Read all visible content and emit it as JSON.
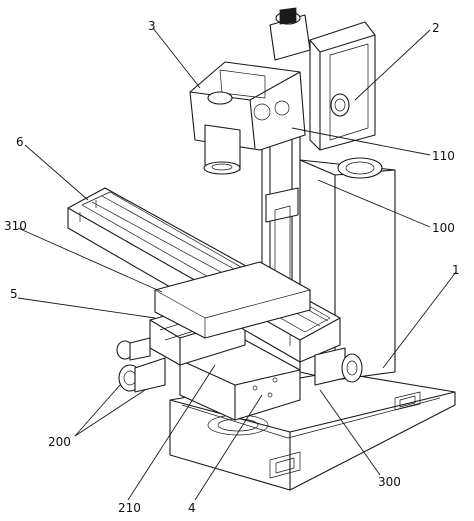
{
  "figure": {
    "callouts": [
      {
        "id": "c3",
        "text": "3"
      },
      {
        "id": "c2",
        "text": "2"
      },
      {
        "id": "c6",
        "text": "6"
      },
      {
        "id": "c110",
        "text": "110"
      },
      {
        "id": "c100",
        "text": "100"
      },
      {
        "id": "c310",
        "text": "310"
      },
      {
        "id": "c5",
        "text": "5"
      },
      {
        "id": "c1",
        "text": "1"
      },
      {
        "id": "c200",
        "text": "200"
      },
      {
        "id": "c300",
        "text": "300"
      },
      {
        "id": "c210",
        "text": "210"
      },
      {
        "id": "c4",
        "text": "4"
      }
    ]
  }
}
